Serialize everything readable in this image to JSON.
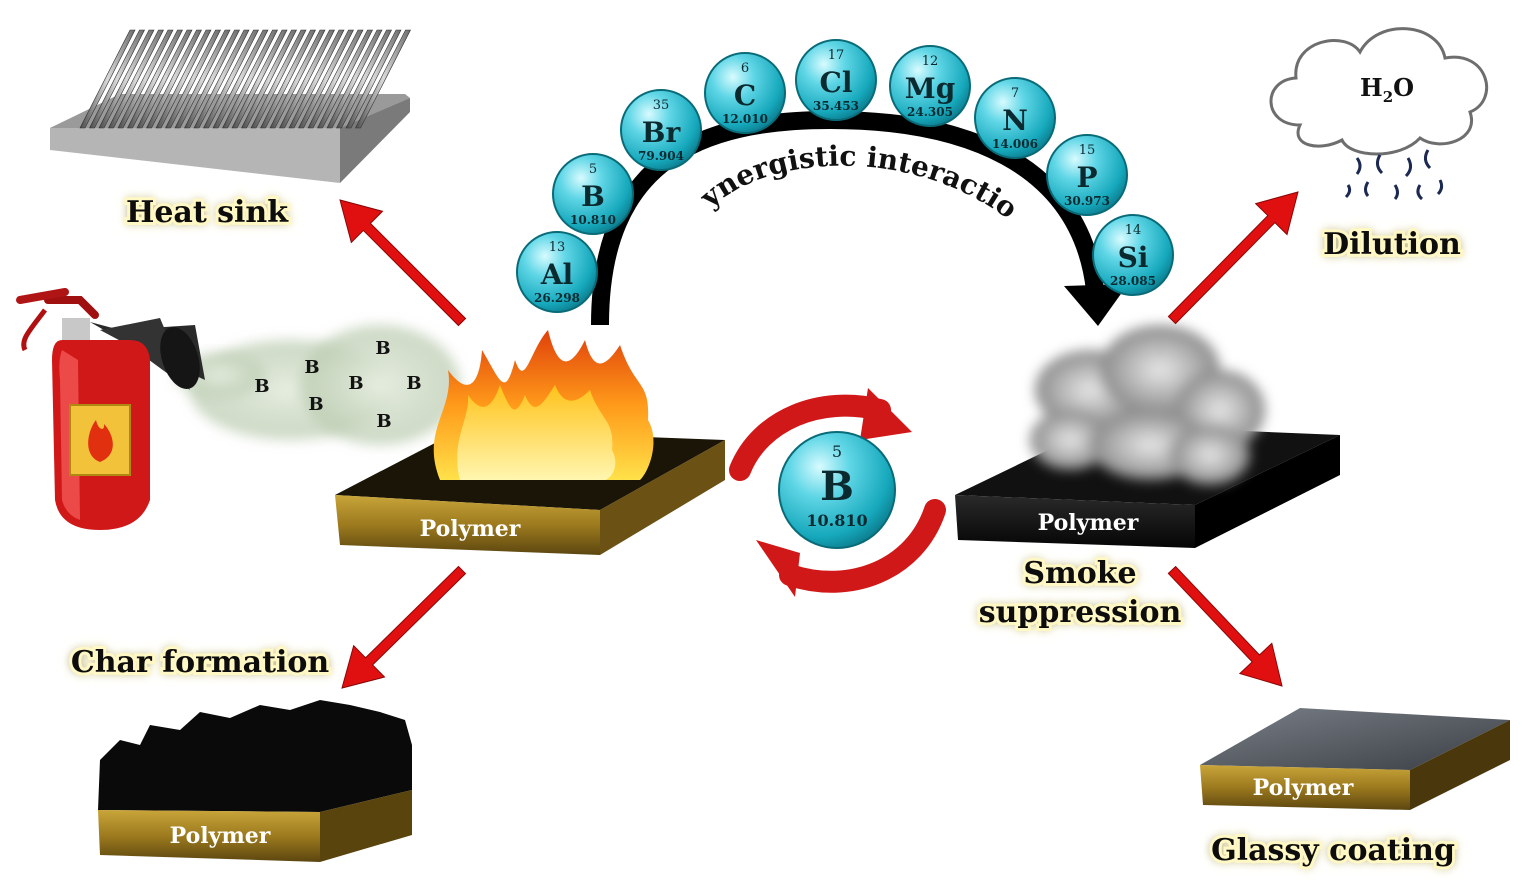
{
  "labels": {
    "heat_sink": "Heat sink",
    "dilution": "Dilution",
    "char_formation": "Char formation",
    "smoke_suppression_1": "Smoke",
    "smoke_suppression_2": "suppression",
    "glassy_coating": "Glassy coating",
    "synergy": "Synergistic interaction",
    "water_main": "H",
    "water_sub": "2",
    "water_tail": "O"
  },
  "polymer_label": "Polymer",
  "spray_letter": "B",
  "elements": [
    {
      "symbol": "Al",
      "number": "13",
      "mass": "26.298"
    },
    {
      "symbol": "B",
      "number": "5",
      "mass": "10.810"
    },
    {
      "symbol": "Br",
      "number": "35",
      "mass": "79.904"
    },
    {
      "symbol": "C",
      "number": "6",
      "mass": "12.010"
    },
    {
      "symbol": "Cl",
      "number": "17",
      "mass": "35.453"
    },
    {
      "symbol": "Mg",
      "number": "12",
      "mass": "24.305"
    },
    {
      "symbol": "N",
      "number": "7",
      "mass": "14.006"
    },
    {
      "symbol": "P",
      "number": "15",
      "mass": "30.973"
    },
    {
      "symbol": "Si",
      "number": "14",
      "mass": "28.085"
    }
  ],
  "center_element": {
    "symbol": "B",
    "number": "5",
    "mass": "10.810"
  },
  "colors": {
    "arrow_red": "#e01010",
    "sphere_cyan": "#1fb8cc",
    "polymer_gold": "#b08a28",
    "label_glow": "#fff3a0"
  }
}
